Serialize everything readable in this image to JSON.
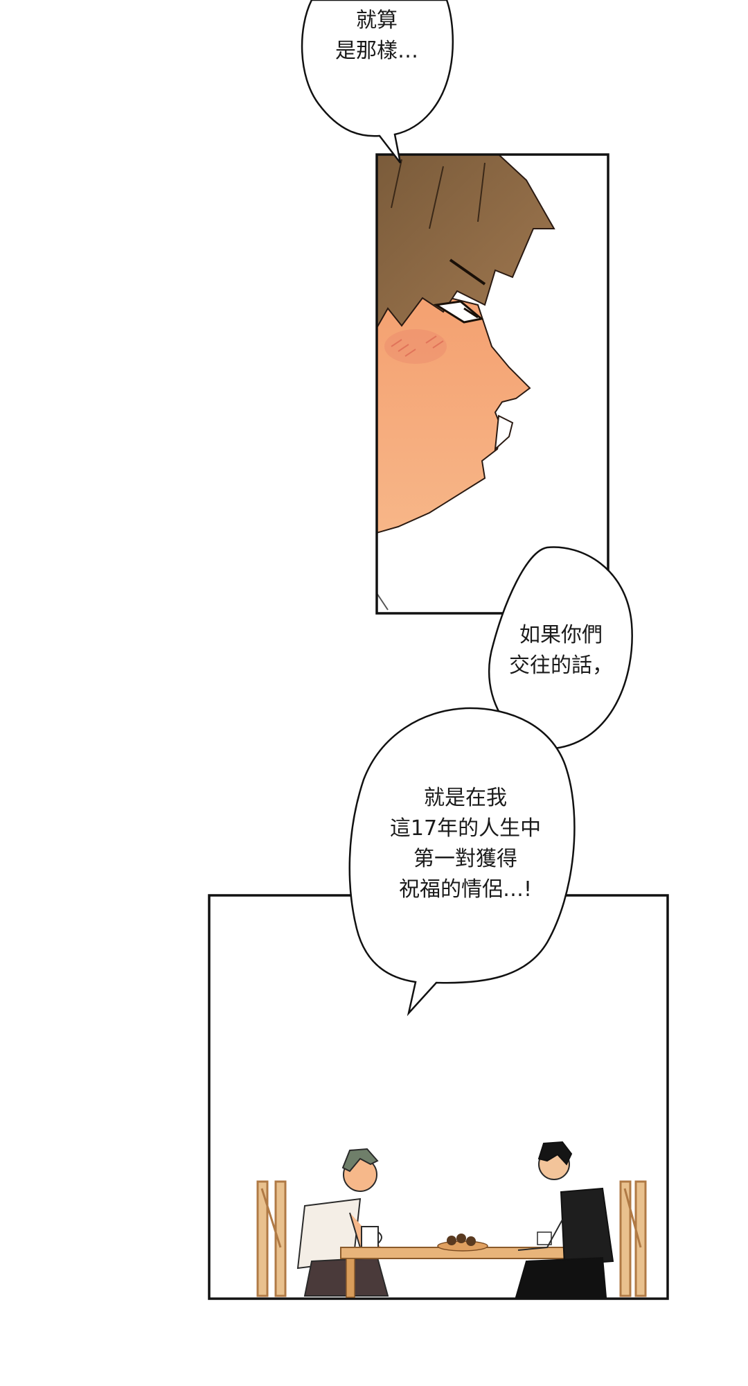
{
  "bubbles": {
    "top": {
      "lines": [
        "就算",
        "是那樣…"
      ]
    },
    "middle": {
      "lines": [
        "如果你們",
        "交往的話，"
      ]
    },
    "large": {
      "lines": [
        "就是在我",
        "這17年的人生中",
        "第一對獲得",
        "祝福的情侶…!"
      ]
    }
  },
  "colors": {
    "hair": "#8b6a45",
    "skin": "#f6a574",
    "blush": "#e8806a",
    "panel_border": "#111111",
    "table_wood": "#e8b47a"
  }
}
